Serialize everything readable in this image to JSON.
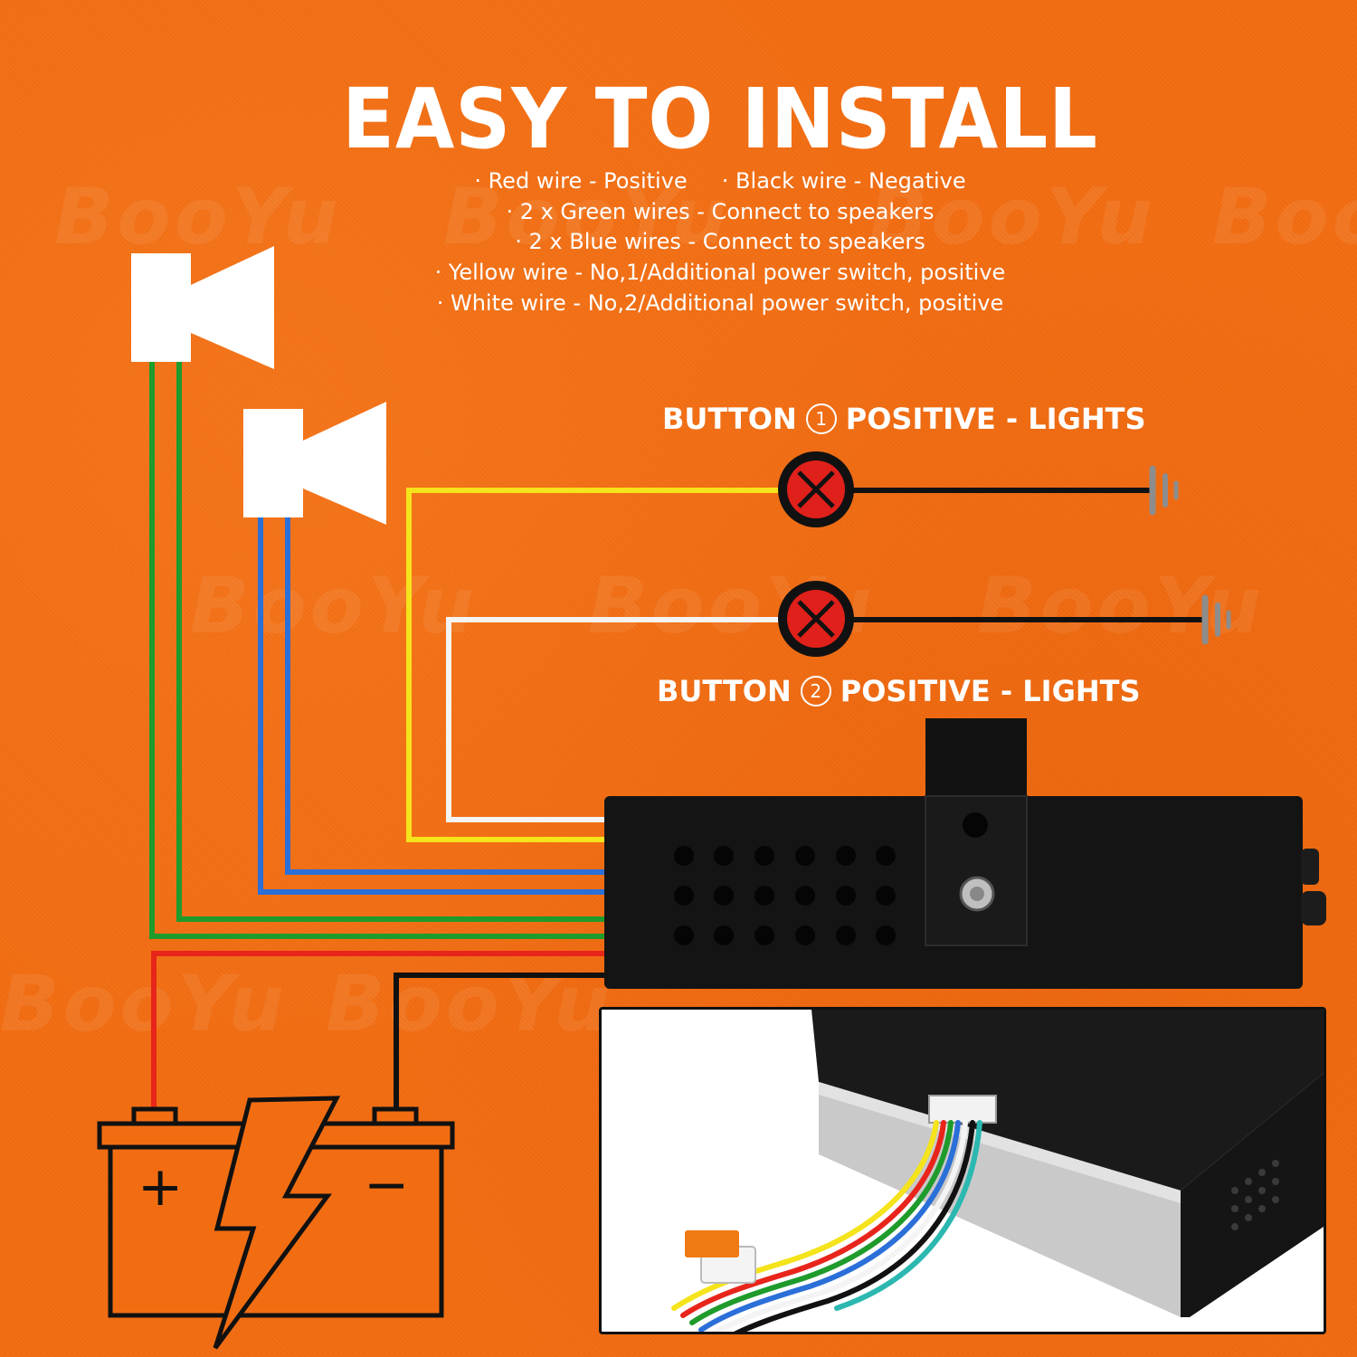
{
  "title": "EASY TO INSTALL",
  "legend": [
    "· Red wire - Positive     · Black wire - Negative",
    "· 2 x Green wires - Connect to speakers",
    "· 2 x Blue wires - Connect to speakers",
    "· Yellow wire - No,1/Additional power switch, positive",
    "· White wire - No,2/Additional power switch, positive"
  ],
  "button1": {
    "prefix": "BUTTON",
    "number": "1",
    "suffix": "POSITIVE - LIGHTS"
  },
  "button2": {
    "prefix": "BUTTON",
    "number": "2",
    "suffix": "POSITIVE - LIGHTS"
  },
  "watermark": "BooYu",
  "battery": {
    "positive_symbol": "+",
    "negative_symbol": "−"
  },
  "colors": {
    "background": "#f26d12",
    "red_wire": "#e8251b",
    "black_wire": "#111111",
    "green_wire": "#1f9b2c",
    "blue_wire": "#2b6fd8",
    "yellow_wire": "#f5e31b",
    "white_wire": "#f4f4f4",
    "lamp": "#e0201a"
  },
  "icons": [
    "speaker-icon",
    "lamp-icon",
    "ground-icon",
    "battery-icon",
    "lightning-icon",
    "siren-box"
  ]
}
